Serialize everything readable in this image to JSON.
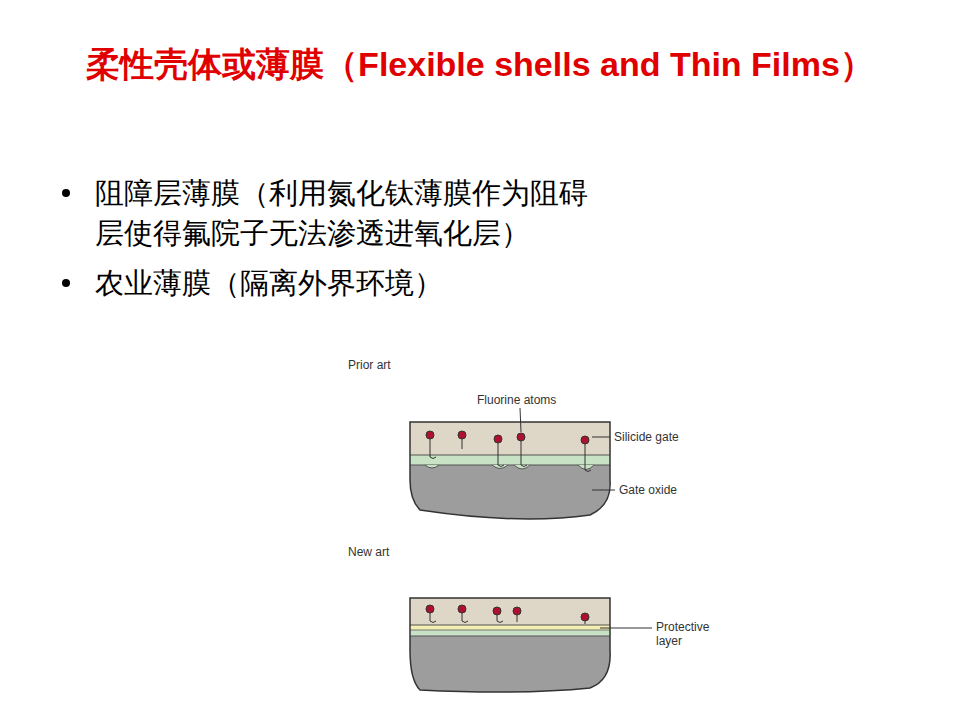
{
  "diagram": {
    "title": "柔性壳体或薄膜（Flexible shells and Thin Films）",
    "labels": [
      "阻障层薄膜（利用氮化钛薄膜作为阻碍层使得氟院子无法渗透进氧化层）",
      "农业薄膜（隔离外界环境）",
      "Prior art",
      "Fluorine atoms",
      "Silicide gate",
      "Gate oxide",
      "New art",
      "Protective layer"
    ]
  }
}
